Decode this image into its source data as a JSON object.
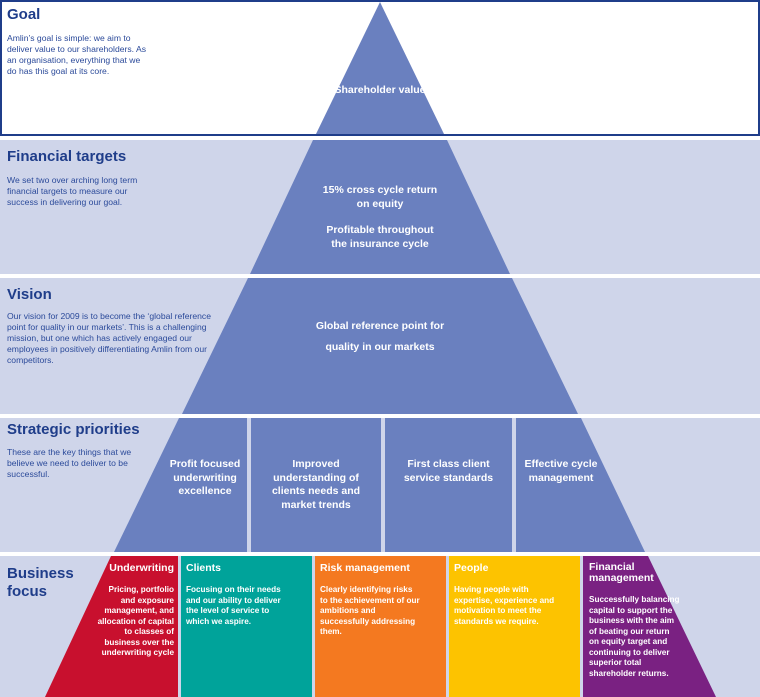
{
  "goal": {
    "title": "Goal",
    "description": "Amlin’s goal is simple: we aim to deliver value to our shareholders. As an organisation, everything that we do has this goal at its core.",
    "pyramid_text": "Shareholder value"
  },
  "financial_targets": {
    "title": "Financial targets",
    "description": "We set two over arching long term financial targets to measure our success in delivering our goal.",
    "target_1": "15% cross cycle return on equity",
    "target_2": "Profitable throughout the insurance cycle"
  },
  "vision": {
    "title": "Vision",
    "description": "Our vision for 2009 is to become the ‘global reference point for quality in our markets’. This is a challenging mission, but one which has actively engaged our employees in positively differentiating Amlin from our competitors.",
    "pyramid_text": "Global reference point for quality in our markets"
  },
  "strategic_priorities": {
    "title": "Strategic priorities",
    "description": "These are the key things that we believe we need to deliver to be successful.",
    "items": [
      "Profit focused underwriting excellence",
      "Improved understanding of clients needs and market trends",
      "First class client service standards",
      "Effective cycle management"
    ]
  },
  "business_focus": {
    "title": "Business focus",
    "columns": [
      {
        "title": "Underwriting",
        "text": "Pricing, portfolio and exposure management, and allocation of capital to classes of business over the underwriting cycle",
        "color": "#c8102e"
      },
      {
        "title": "Clients",
        "text": "Focusing on their needs and our ability to deliver the level of service to which we aspire.",
        "color": "#00a39a"
      },
      {
        "title": "Risk management",
        "text": "Clearly identifying risks to the achievement of our ambitions and successfully addressing them.",
        "color": "#f47920"
      },
      {
        "title": "People",
        "text": "Having people with expertise, experience and motivation to meet the standards we require.",
        "color": "#fdc300"
      },
      {
        "title": "Financial management",
        "text": "Successfully balancing capital to support the business with the aim of beating our return on equity target and continuing to deliver superior total shareholder returns.",
        "color": "#7a2182"
      }
    ]
  },
  "colors": {
    "pyramid": "#6a80bf",
    "band": "#cfd5ea",
    "title": "#1f3d8a"
  }
}
